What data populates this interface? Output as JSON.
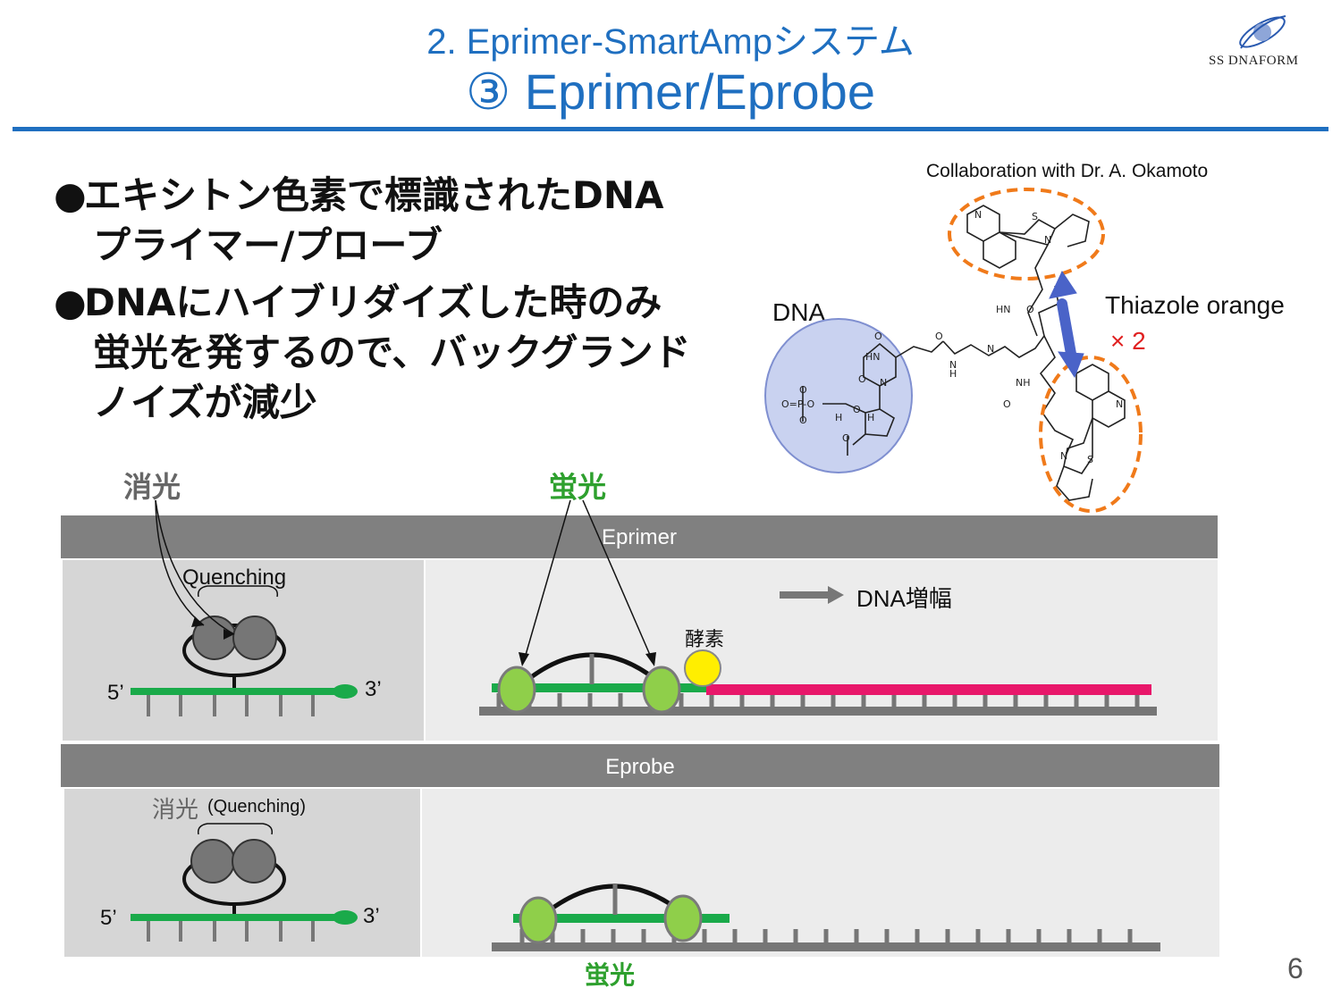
{
  "header": {
    "title_line1": "2. Eprimer-SmartAmpシステム",
    "title_line2": "③ Eprimer/Eprobe",
    "logo_text": "SS DNAFORM"
  },
  "bullets": [
    {
      "marker": "●",
      "lines": [
        "エキシトン色素で標識されたDNA",
        "プライマー/プローブ"
      ]
    },
    {
      "marker": "●",
      "lines": [
        "DNAにハイブリダイズした時のみ",
        "蛍光を発するので、バックグランド",
        "ノイズが減少"
      ]
    }
  ],
  "structure": {
    "collaboration": "Collaboration with Dr. A. Okamoto",
    "dna_label": "DNA",
    "dye_label": "Thiazole orange",
    "dye_count": "× 2"
  },
  "eprimer": {
    "quench_label": "消光",
    "fluor_label": "蛍光",
    "bar_label": "Eprimer",
    "quenching_label": "Quenching",
    "five_prime": "5’",
    "three_prime": "3’",
    "amplify_label": "DNA増幅",
    "enzyme_label": "酵素"
  },
  "eprobe": {
    "bar_label": "Eprobe",
    "quench_label": "消光",
    "quenching_label": "(Quenching)",
    "five_prime": "5’",
    "three_prime": "3’",
    "fluor_label": "蛍光"
  },
  "page_number": "6",
  "colors": {
    "title_blue": "#1f6fc0",
    "strand_green": "#1aaa4a",
    "dye_green": "#8fcf4a",
    "product_pink": "#e8176a",
    "enzyme_yellow": "#ffee00",
    "dye_orange": "#f07a1a",
    "arrow_blue": "#4a63c8",
    "label_green": "#2ea02e",
    "bar_gray": "#808080",
    "panel_gray": "#d6d6d6",
    "panel_light": "#ececec"
  }
}
